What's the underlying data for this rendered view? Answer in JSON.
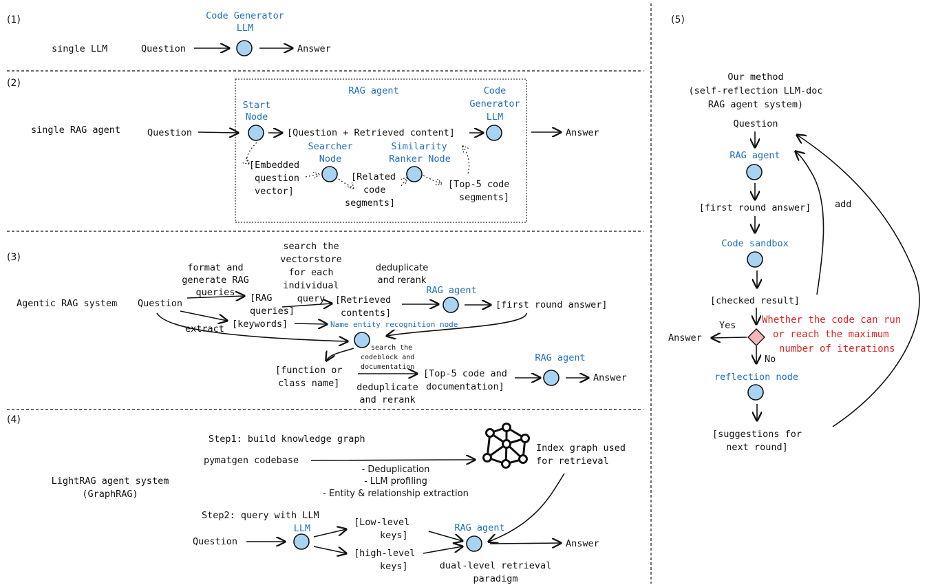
{
  "panel_labels": {
    "p1": "(1)",
    "p2": "(2)",
    "p3": "(3)",
    "p4": "(4)",
    "p5": "(5)"
  },
  "common": {
    "question": "Question",
    "answer": "Answer"
  },
  "p1": {
    "title": "single LLM",
    "code_generator": "Code Generator",
    "llm": "LLM"
  },
  "p2": {
    "title": "single RAG agent",
    "box_title": "RAG agent",
    "start_node": [
      "Start",
      "Node"
    ],
    "question_plus": "[Question + Retrieved content]",
    "code_generator": [
      "Code",
      "Generator",
      "LLM"
    ],
    "searcher": [
      "Searcher",
      "Node"
    ],
    "similarity": [
      "Similarity",
      "Ranker Node"
    ],
    "embedded": [
      "[Embedded",
      "question",
      "vector]"
    ],
    "related": [
      "[Related",
      "code",
      "segments]"
    ],
    "top5": [
      "[Top-5 code",
      "segments]"
    ]
  },
  "p3": {
    "title": "Agentic RAG system",
    "format_gen": [
      "format and",
      "generate RAG",
      "queries"
    ],
    "search_vs": [
      "search the",
      "vectorstore",
      "for each",
      "individual",
      "query"
    ],
    "dedup": [
      "deduplicate",
      "and rerank"
    ],
    "rag_agent": "RAG agent",
    "rag_queries": [
      "[RAG",
      "queries]"
    ],
    "retrieved": [
      "[Retrieved",
      "contents]"
    ],
    "first_round": "[first round answer]",
    "keywords": "[keywords]",
    "extract": "extract",
    "ner": "Name entity recognition node",
    "search_cb": [
      "search the",
      "codeblock and",
      "documentation"
    ],
    "func_class": [
      "[function or",
      "class name]"
    ],
    "top5_doc": [
      "[Top-5 code and",
      "documentation]"
    ],
    "dedup2": [
      "deduplicate",
      "and rerank"
    ],
    "rag_agent2": "RAG agent"
  },
  "p4": {
    "title": [
      "LightRAG agent system",
      "(GraphRAG)"
    ],
    "step1": "Step1: build knowledge graph",
    "codebase": "pymatgen codebase",
    "index_graph": [
      "Index graph used",
      "for retrieval"
    ],
    "steps": [
      "- Deduplication",
      "- LLM profiling",
      "- Entity & relationship extraction"
    ],
    "step2": "Step2: query with LLM",
    "llm": "LLM",
    "low_level": [
      "[Low-level",
      "keys]"
    ],
    "high_level": [
      "[high-level",
      "keys]"
    ],
    "rag_agent": "RAG agent",
    "dual_level": [
      "dual-level retrieval",
      "paradigm"
    ]
  },
  "p5": {
    "our_method": [
      "Our method",
      "(self-reflection LLM-doc",
      "RAG agent system)"
    ],
    "rag_agent": "RAG agent",
    "first_round": "[first round answer]",
    "code_sandbox": "Code sandbox",
    "checked": "[checked result]",
    "condition": [
      "Whether the code can run",
      "or reach the maximum",
      "number of iterations"
    ],
    "yes": "Yes",
    "no": "No",
    "reflection": "reflection node",
    "suggestions": [
      "[suggestions for",
      "next round]"
    ],
    "add": "add"
  },
  "colors": {
    "node_fill": "#a9d3f3",
    "blue_text": "#1f6fbf",
    "red_text": "#e02424",
    "diamond_fill": "#f6b6b6"
  }
}
